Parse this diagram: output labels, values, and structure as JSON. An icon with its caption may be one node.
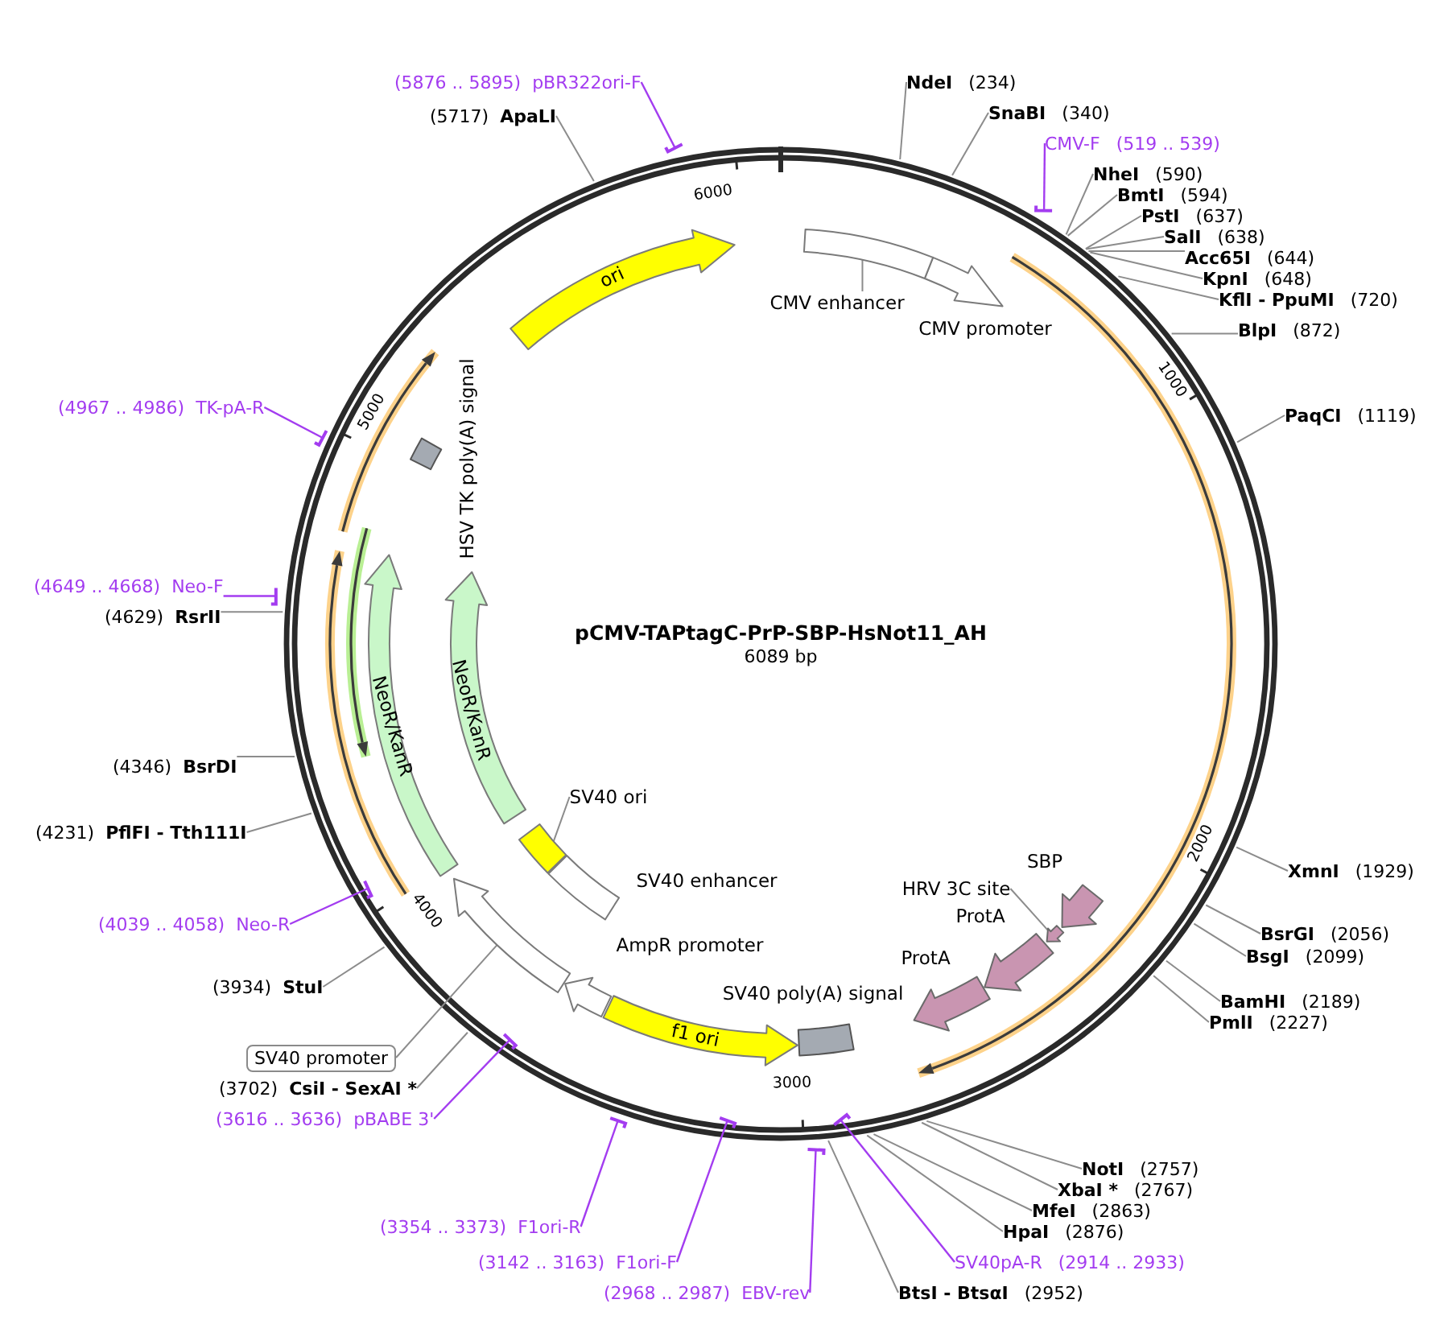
{
  "diagram": {
    "title": "pCMV-TAPtagC-PrP-SBP-HsNot11_AH",
    "nodes": [
      {
        "text": [
          "CMV enhancer"
        ]
      },
      {
        "text": [],
        "shape": "box"
      },
      {
        "text": [
          "CMV promoter"
        ]
      },
      {
        "text": [
          "SBP"
        ]
      },
      {
        "text": [
          "HRV 3C site"
        ]
      },
      {
        "text": [],
        "shape": "arrow"
      },
      {
        "text": [
          "ProtA"
        ]
      },
      {
        "text": [
          "ProtA"
        ]
      },
      {
        "text": [
          "SV40 poly(A) signal"
        ]
      },
      {
        "text": [
          "f1 ori"
        ]
      },
      {
        "text": [
          "AmpR promoter"
        ]
      },
      {
        "text": [],
        "shape": "arrow"
      },
      {
        "text": [
          "SV40 enhancer"
        ]
      },
      {
        "text": [
          "SV40 ori"
        ]
      },
      {
        "text": [],
        "shape": "box"
      },
      {
        "text": [
          "NeoR/KanR"
        ]
      },
      {
        "text": [
          "NeoR/KanR"
        ]
      },
      {
        "text": [
          "HSV TK poly(A) signal"
        ]
      },
      {
        "text": [
          "ori"
        ]
      },
      {
        "text": [
          "NdeI",
          "(234)"
        ]
      },
      {
        "text": [
          "SnaBI",
          "(340)"
        ]
      },
      {
        "text": [
          "CMV-F",
          "(519 .. 539)"
        ]
      },
      {
        "text": [
          "NheI",
          "(590)"
        ]
      },
      {
        "text": [
          "BmtI",
          "(594)"
        ]
      },
      {
        "text": [
          "PstI",
          "(637)"
        ]
      },
      {
        "text": [
          "SalI",
          "(638)"
        ]
      },
      {
        "text": [
          "Acc65I",
          "(644)"
        ]
      },
      {
        "text": [
          "KpnI",
          "(648)"
        ]
      },
      {
        "text": [
          "KflI - PpuMI",
          "(720)"
        ]
      },
      {
        "text": [
          "BlpI",
          "(872)"
        ]
      },
      {
        "text": [
          "PaqCI",
          "(1119)"
        ]
      },
      {
        "text": [
          "XmnI",
          "(1929)"
        ]
      },
      {
        "text": [
          "BsrGI",
          "(2056)"
        ]
      },
      {
        "text": [
          "BsgI",
          "(2099)"
        ]
      },
      {
        "text": [
          "BamHI",
          "(2189)"
        ]
      },
      {
        "text": [
          "PmlI",
          "(2227)"
        ]
      },
      {
        "text": [
          "NotI",
          "(2757)"
        ]
      },
      {
        "text": [
          "XbaI *",
          "(2767)"
        ]
      },
      {
        "text": [
          "MfeI",
          "(2863)"
        ]
      },
      {
        "text": [
          "HpaI",
          "(2876)"
        ]
      },
      {
        "text": [
          "SV40pA-R",
          "(2914 .. 2933)"
        ]
      },
      {
        "text": [
          "BtsI - BtsαI",
          "(2952)"
        ]
      },
      {
        "text": [
          "(2968 .. 2987)",
          "EBV-rev"
        ]
      },
      {
        "text": [
          "(3142 .. 3163)",
          "F1ori-F"
        ]
      },
      {
        "text": [
          "(3354 .. 3373)",
          "F1ori-R"
        ]
      },
      {
        "text": [
          "(3616 .. 3636)",
          "pBABE 3'"
        ]
      },
      {
        "text": [
          "(3702)",
          "CsiI - SexAI *"
        ]
      },
      {
        "text": [
          "SV40 promoter"
        ]
      },
      {
        "text": [
          "(3934)",
          "StuI"
        ]
      },
      {
        "text": [
          "(4039 .. 4058)",
          "Neo-R"
        ]
      },
      {
        "text": [
          "(4231)",
          "PflFI - Tth111I"
        ]
      },
      {
        "text": [
          "(4346)",
          "BsrDI"
        ]
      },
      {
        "text": [
          "(4629)",
          "RsrII"
        ]
      },
      {
        "text": [
          "(4649 .. 4668)",
          "Neo-F"
        ]
      },
      {
        "text": [
          "(4967 .. 4986)",
          "TK-pA-R"
        ]
      },
      {
        "text": [
          "(5717)",
          "ApaLI"
        ]
      },
      {
        "text": [
          "(5876 .. 5895)",
          "pBR322ori-F"
        ]
      }
    ],
    "edges": [
      {
        "from": 0,
        "to": 14,
        "arrow": "none"
      },
      {
        "from": 4,
        "to": 11,
        "arrow": "none"
      },
      {
        "from": 13,
        "to": 1,
        "arrow": "none"
      },
      {
        "from": 19,
        "to": null,
        "arrow": "none"
      },
      {
        "from": 20,
        "to": null,
        "arrow": "none"
      },
      {
        "from": 21,
        "to": null,
        "arrow": "other",
        "color": "#a33cf0"
      },
      {
        "from": 22,
        "to": null,
        "arrow": "none"
      },
      {
        "from": 23,
        "to": null,
        "arrow": "none"
      },
      {
        "from": 24,
        "to": null,
        "arrow": "none"
      },
      {
        "from": 25,
        "to": null,
        "arrow": "none"
      },
      {
        "from": 26,
        "to": null,
        "arrow": "none"
      },
      {
        "from": 27,
        "to": null,
        "arrow": "none"
      },
      {
        "from": 28,
        "to": null,
        "arrow": "none"
      },
      {
        "from": 29,
        "to": null,
        "arrow": "none"
      },
      {
        "from": 30,
        "to": null,
        "arrow": "none"
      },
      {
        "from": 31,
        "to": null,
        "arrow": "none"
      },
      {
        "from": 32,
        "to": null,
        "arrow": "none"
      },
      {
        "from": 33,
        "to": null,
        "arrow": "none"
      },
      {
        "from": 34,
        "to": null,
        "arrow": "none"
      },
      {
        "from": 35,
        "to": null,
        "arrow": "none"
      },
      {
        "from": 36,
        "to": null,
        "arrow": "none"
      },
      {
        "from": 37,
        "to": null,
        "arrow": "none"
      },
      {
        "from": 38,
        "to": null,
        "arrow": "none"
      },
      {
        "from": 39,
        "to": null,
        "arrow": "none"
      },
      {
        "from": 40,
        "to": null,
        "arrow": "other",
        "color": "#a33cf0"
      },
      {
        "from": 41,
        "to": null,
        "arrow": "none"
      },
      {
        "from": 42,
        "to": null,
        "arrow": "other",
        "color": "#a33cf0"
      },
      {
        "from": 43,
        "to": null,
        "arrow": "other",
        "color": "#a33cf0"
      },
      {
        "from": 44,
        "to": null,
        "arrow": "other",
        "color": "#a33cf0"
      },
      {
        "from": 45,
        "to": null,
        "arrow": "other",
        "color": "#a33cf0"
      },
      {
        "from": 46,
        "to": null,
        "arrow": "none"
      },
      {
        "from": 47,
        "to": 5,
        "arrow": "none"
      },
      {
        "from": 48,
        "to": null,
        "arrow": "none"
      },
      {
        "from": 49,
        "to": null,
        "arrow": "other",
        "color": "#a33cf0"
      },
      {
        "from": 50,
        "to": null,
        "arrow": "none"
      },
      {
        "from": 51,
        "to": null,
        "arrow": "none"
      },
      {
        "from": 52,
        "to": null,
        "arrow": "none"
      },
      {
        "from": 53,
        "to": null,
        "arrow": "other",
        "color": "#a33cf0"
      },
      {
        "from": 54,
        "to": null,
        "arrow": "other",
        "color": "#a33cf0"
      },
      {
        "from": 55,
        "to": null,
        "arrow": "none"
      },
      {
        "from": 56,
        "to": null,
        "arrow": "other",
        "color": "#a33cf0"
      }
    ],
    "labels": [
      "6000",
      "1000",
      "5000",
      "6089 bp",
      "2000",
      "4000",
      "3000"
    ]
  }
}
